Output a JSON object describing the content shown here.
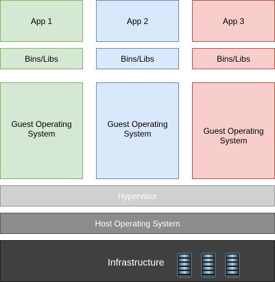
{
  "columns": [
    {
      "app": "App 1",
      "bins": "Bins/Libs",
      "guest_os": [
        "Guest Operating",
        "System"
      ],
      "color": "#d5e8d4",
      "border": "#82b366"
    },
    {
      "app": "App 2",
      "bins": "Bins/Libs",
      "guest_os": [
        "Guest Operating",
        "System"
      ],
      "color": "#dae8fc",
      "border": "#6c8ebf"
    },
    {
      "app": "App 3",
      "bins": "Bins/Libs",
      "guest_os": [
        "Guest Operating",
        "System"
      ],
      "color": "#f8cecc",
      "border": "#b85450"
    }
  ],
  "layers": {
    "hypervisor": "Hypervisor",
    "host_os": "Host Operating System",
    "infrastructure": "Infrastructure"
  },
  "icons": [
    "server-icon",
    "server-icon",
    "server-icon"
  ]
}
